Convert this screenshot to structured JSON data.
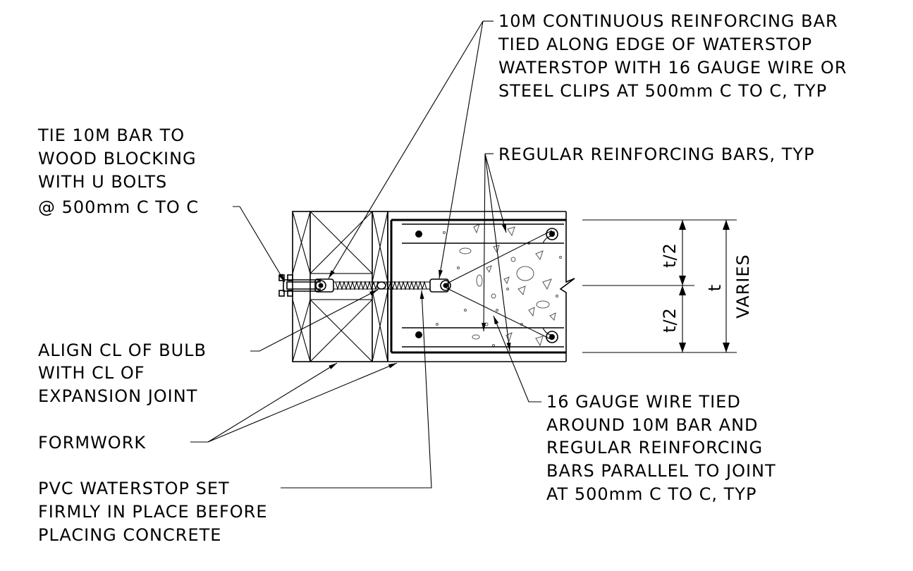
{
  "notes": {
    "continuous_bar": [
      "10M CONTINUOUS REINFORCING BAR",
      "TIED ALONG EDGE OF WATERSTOP",
      "WATERSTOP WITH 16 GAUGE WIRE OR",
      "STEEL CLIPS AT 500mm C TO C, TYP"
    ],
    "tie_bar": [
      "TIE 10M BAR TO",
      "WOOD BLOCKING",
      "WITH U BOLTS",
      "@ 500mm C TO C"
    ],
    "regular_bars": [
      "REGULAR REINFORCING BARS, TYP"
    ],
    "align": [
      "ALIGN CL OF BULB",
      "WITH CL OF",
      "EXPANSION JOINT"
    ],
    "formwork": [
      "FORMWORK"
    ],
    "pvc_waterstop": [
      "PVC WATERSTOP SET",
      "FIRMLY IN PLACE BEFORE",
      "PLACING CONCRETE"
    ],
    "wire_tied": [
      "16 GAUGE WIRE TIED",
      "AROUND 10M BAR AND",
      "REGULAR REINFORCING",
      "BARS PARALLEL TO JOINT",
      "AT 500mm C TO C, TYP"
    ]
  },
  "dimensions": {
    "half_top": "t/2",
    "half_bottom": "t/2",
    "total": "t",
    "varies": "VARIES"
  }
}
